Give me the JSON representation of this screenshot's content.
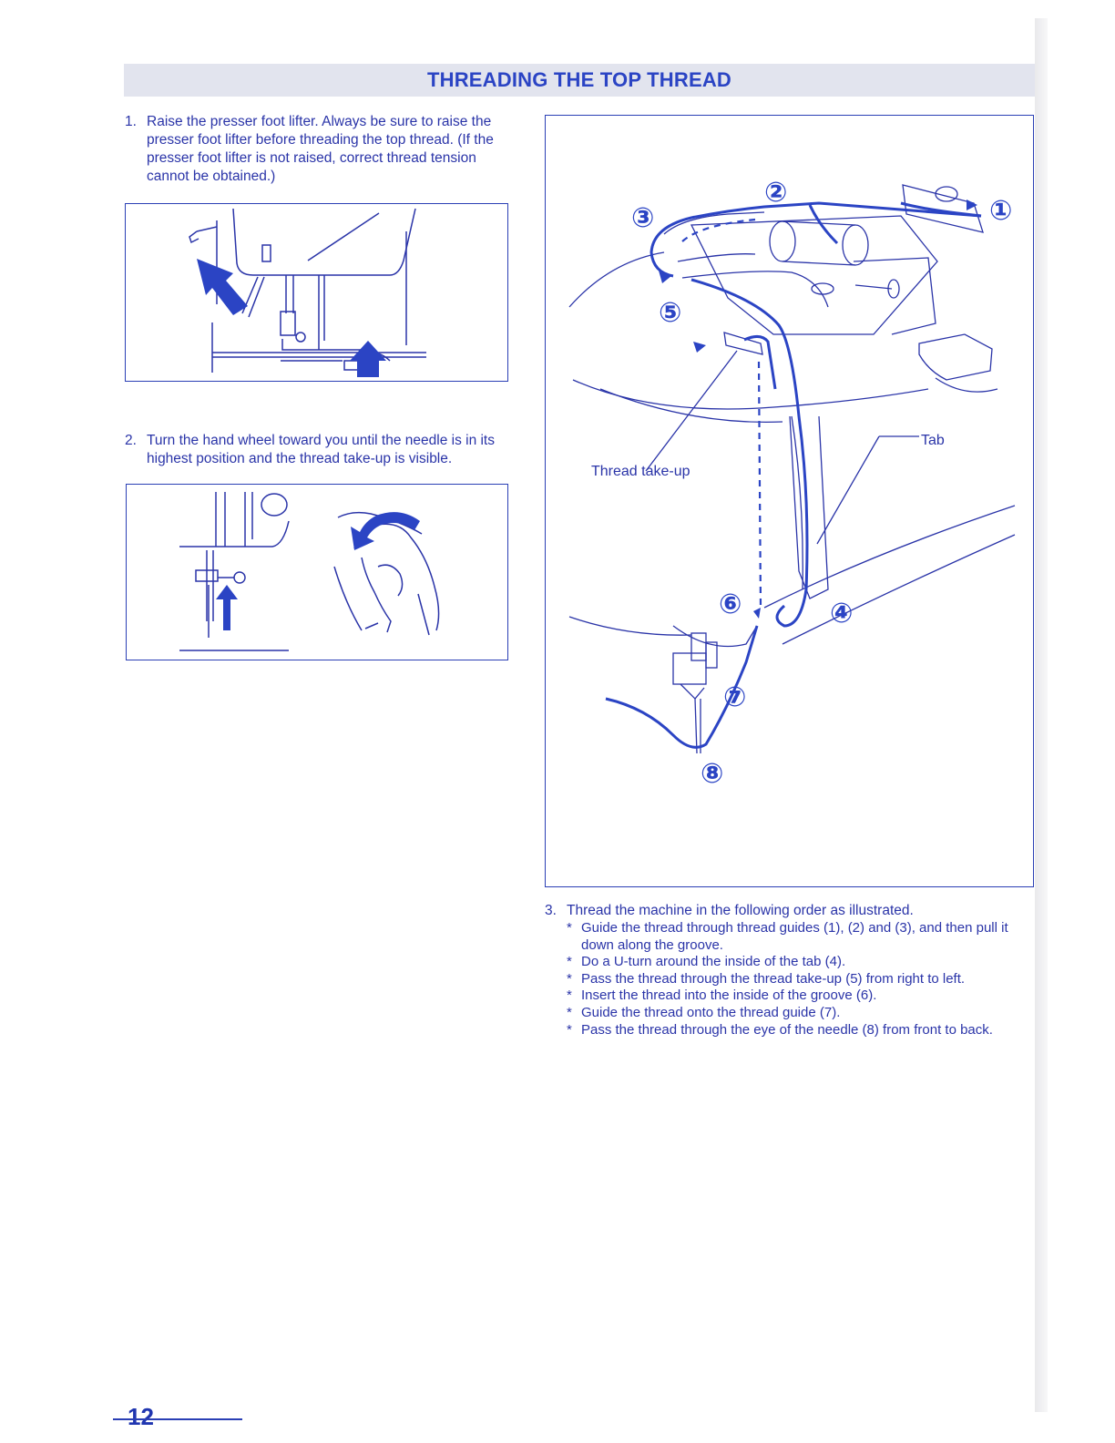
{
  "header": {
    "title": "THREADING THE TOP THREAD"
  },
  "steps": [
    {
      "num": "1.",
      "text": "Raise the presser foot lifter. Always be sure to raise the presser foot lifter before threading the top thread. (If the presser foot lifter is not raised, correct thread tension cannot be obtained.)"
    },
    {
      "num": "2.",
      "text": "Turn the hand wheel toward you until the needle is in its highest position and the thread take-up is visible."
    },
    {
      "num": "3.",
      "text": "Thread the machine in the following order as illustrated.",
      "bullets": [
        "Guide the thread through thread guides (1), (2) and (3), and then pull it down along the groove.",
        "Do a U-turn around the inside of the tab (4).",
        "Pass the thread through the thread take-up (5) from right to left.",
        "Insert the thread into the inside of the groove (6).",
        "Guide the thread onto the thread guide (7).",
        "Pass the thread through the eye of the needle (8) from front to back."
      ]
    }
  ],
  "figure3": {
    "labels": {
      "tab": "Tab",
      "take_up": "Thread take-up"
    },
    "markers": [
      "①",
      "②",
      "③",
      "④",
      "⑤",
      "⑥",
      "⑦",
      "⑧"
    ]
  },
  "footer": {
    "page_number": "12"
  },
  "colors": {
    "accent": "#2b44c4",
    "text": "#2a34a8",
    "title_bg": "#e2e4ee"
  }
}
